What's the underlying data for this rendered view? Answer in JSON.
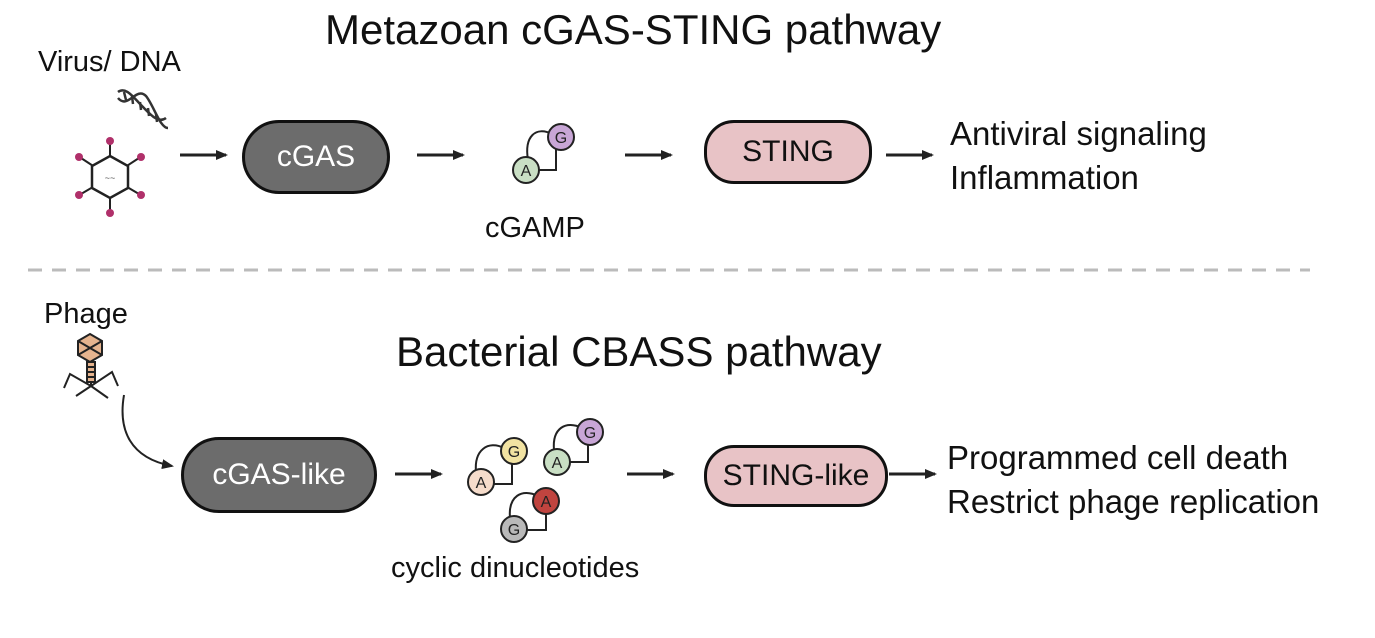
{
  "top": {
    "title": "Metazoan cGAS-STING pathway",
    "input_label": "Virus/ DNA",
    "enzyme": "cGAS",
    "messenger_label": "cGAMP",
    "effector": "STING",
    "outputs": [
      "Antiviral signaling",
      "Inflammation"
    ]
  },
  "bottom": {
    "title": "Bacterial CBASS pathway",
    "input_label": "Phage",
    "enzyme": "cGAS-like",
    "messenger_label": "cyclic dinucleotides",
    "effector": "STING-like",
    "outputs": [
      "Programmed cell death",
      "Restrict phage replication"
    ]
  },
  "nucleotides": {
    "A": "A",
    "G": "G"
  },
  "colors": {
    "enzyme_fill": "#6c6c6c",
    "effector_fill": "#e8c3c6",
    "A_green": "#c9dfc4",
    "G_purple": "#c8a6d6",
    "A_peach": "#f6dccb",
    "G_yellow": "#f2e3a2",
    "A_red": "#c0443f",
    "G_gray": "#b9b9b9",
    "virus_spike": "#b0306a",
    "phage_head": "#e6b48e",
    "divider": "#bbbbbb"
  },
  "icons": [
    "dna-helix-icon",
    "virus-icon",
    "phage-icon"
  ]
}
